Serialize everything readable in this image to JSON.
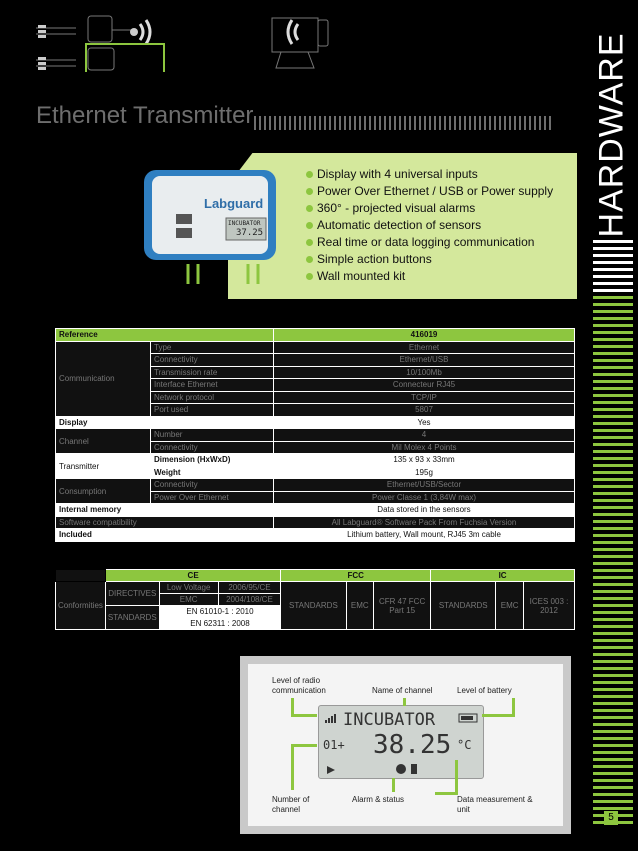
{
  "page": {
    "title": "Ethernet Transmitter",
    "section": "HARDWARE",
    "page_number": "5"
  },
  "device": {
    "brand": "Labguard",
    "lcd_name": "INCUBATOR",
    "lcd_value": "37.25"
  },
  "features": [
    "Display with 4 universal inputs",
    "Power Over Ethernet / USB or Power supply",
    "360° - projected visual alarms",
    "Automatic detection of sensors",
    "Real time or data logging communication",
    "Simple action buttons",
    "Wall mounted kit"
  ],
  "spec": {
    "reference_label": "Reference",
    "reference_value": "416019",
    "communication": "Communication",
    "comm_rows": [
      [
        "Type",
        "Ethernet"
      ],
      [
        "Connectivity",
        "Ethernet/USB"
      ],
      [
        "Transmission rate",
        "10/100Mb"
      ],
      [
        "Interface Ethernet",
        "Connecteur RJ45"
      ],
      [
        "Network protocol",
        "TCP/IP"
      ],
      [
        "Port used",
        "5807"
      ]
    ],
    "display_label": "Display",
    "display_value": "Yes",
    "channel": "Channel",
    "channel_rows": [
      [
        "Number",
        "4"
      ],
      [
        "Connectivity",
        "Mil Molex 4 Points"
      ]
    ],
    "transmitter": "Transmitter",
    "transmitter_rows": [
      [
        "Dimension (HxWxD)",
        "135 x 93 x 33mm"
      ],
      [
        "Weight",
        "195g"
      ]
    ],
    "consumption": "Consumption",
    "consumption_rows": [
      [
        "Connectivity",
        "Ethernet/USB/Sector"
      ],
      [
        "Power Over Ethernet",
        "Power Classe 1 (3,84W max)"
      ]
    ],
    "internal_memory_label": "Internal memory",
    "internal_memory_value": "Data stored in the sensors",
    "software_label": "Software compatibility",
    "software_value": "All Labguard® Software Pack From Fuchsia Version",
    "included_label": "Included",
    "included_value": "Lithium battery, Wall mount, RJ45 3m cable"
  },
  "conformity": {
    "label": "Conformities",
    "ce": "CE",
    "fcc": "FCC",
    "ic": "IC",
    "directives": "DIRECTIVES",
    "standards": "STANDARDS",
    "low_voltage": "Low Voltage",
    "low_voltage_val": "2006/95/CE",
    "emc": "EMC",
    "emc_val": "2004/108/CE",
    "en1": "EN 61010-1 : 2010",
    "en2": "EN 62311 : 2008",
    "fcc_standards": "STANDARDS",
    "fcc_emc": "EMC",
    "fcc_cfr": "CFR 47 FCC Part 15",
    "ic_standards": "STANDARDS",
    "ic_emc": "EMC",
    "ic_ices": "ICES 003 : 2012"
  },
  "lcd_diagram": {
    "radio": "Level of radio communication",
    "name": "Name of channel",
    "battery": "Level of battery",
    "number": "Number of channel",
    "alarm": "Alarm & status",
    "measurement": "Data measurement & unit",
    "screen_name": "INCUBATOR",
    "screen_channel": "01+",
    "screen_value": "38.25",
    "screen_unit": "°C"
  },
  "colors": {
    "accent": "#8dc63f",
    "background": "#000000",
    "feature_bg": "#d4e89c"
  }
}
